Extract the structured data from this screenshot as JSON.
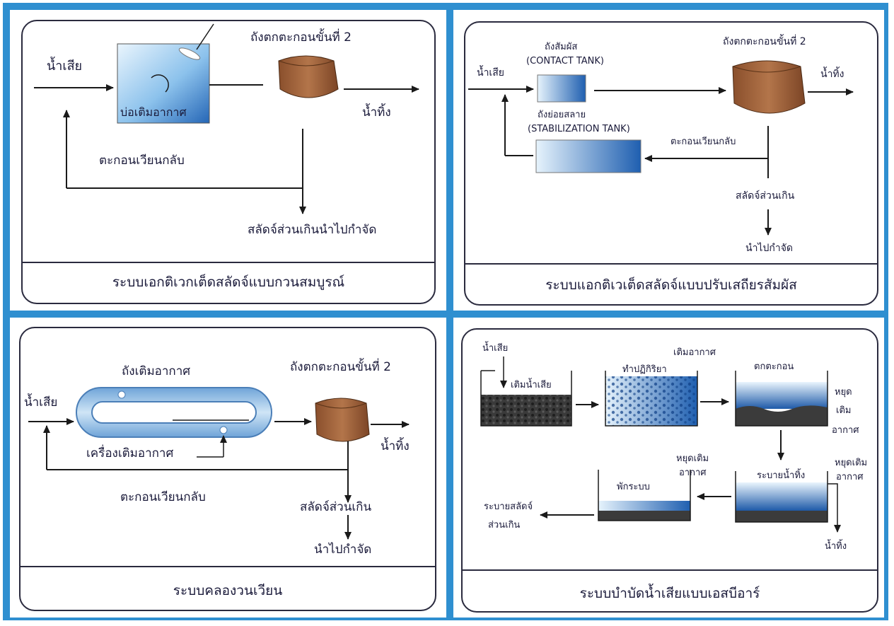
{
  "panel1": {
    "wastewater_in": "น้ำเสีย",
    "aeration_tank": "บ่อเติมอากาศ",
    "clarifier": "ถังตกตะกอนขั้นที่ 2",
    "effluent": "น้ำทิ้ง",
    "return_sludge": "ตะกอนเวียนกลับ",
    "excess_sludge": "สลัดจ์ส่วนเกินนำไปกำจัด",
    "caption": "ระบบเอกติเวกเต็ดสลัดจ์แบบกวนสมบูรณ์"
  },
  "panel2": {
    "wastewater_in": "น้ำเสีย",
    "contact_tank_th": "ถังสัมผัส",
    "contact_tank_en": "(CONTACT TANK)",
    "stabilization_th": "ถังย่อยสลาย",
    "stabilization_en": "(STABILIZATION TANK)",
    "clarifier": "ถังตกตะกอนขั้นที่ 2",
    "effluent": "น้ำทิ้ง",
    "return_sludge": "ตะกอนเวียนกลับ",
    "excess_sludge": "สลัดจ์ส่วนเกิน",
    "disposal": "นำไปกำจัด",
    "caption": "ระบบแอกติเวเต็ดสลัดจ์แบบปรับเสถียรสัมผัส"
  },
  "panel3": {
    "wastewater_in": "น้ำเสีย",
    "aeration_tank": "ถังเติมอากาศ",
    "aerator": "เครื่องเติมอากาศ",
    "clarifier": "ถังตกตะกอนขั้นที่ 2",
    "effluent": "น้ำทิ้ง",
    "return_sludge": "ตะกอนเวียนกลับ",
    "excess_sludge": "สลัดจ์ส่วนเกิน",
    "disposal": "นำไปกำจัด",
    "caption": "ระบบคลองวนเวียน"
  },
  "panel4": {
    "wastewater_in": "น้ำเสีย",
    "fill": "เติมน้ำเสีย",
    "react": "ทำปฏิกิริยา",
    "aerate": "เติมอากาศ",
    "settle": "ตกตะกอน",
    "stop_aeration_1a": "หยุด",
    "stop_aeration_1b": "เติม",
    "stop_aeration_1c": "อากาศ",
    "decant": "ระบายน้ำทิ้ง",
    "stop_aeration_2a": "หยุดเติม",
    "stop_aeration_2b": "อากาศ",
    "effluent": "น้ำทิ้ง",
    "idle": "พักระบบ",
    "stop_aeration_3a": "หยุดเติม",
    "stop_aeration_3b": "อากาศ",
    "waste_sludge_a": "ระบายสลัดจ์",
    "waste_sludge_b": "ส่วนเกิน",
    "caption": "ระบบบำบัดน้ำเสียแบบเอสบีอาร์"
  },
  "colors": {
    "border_blue": "#2f8fd0",
    "tank_brown": "#a0643c",
    "tank_blue_dark": "#1e5aa8",
    "tank_blue_light": "#dff0fb",
    "line": "#1a1a1a"
  }
}
